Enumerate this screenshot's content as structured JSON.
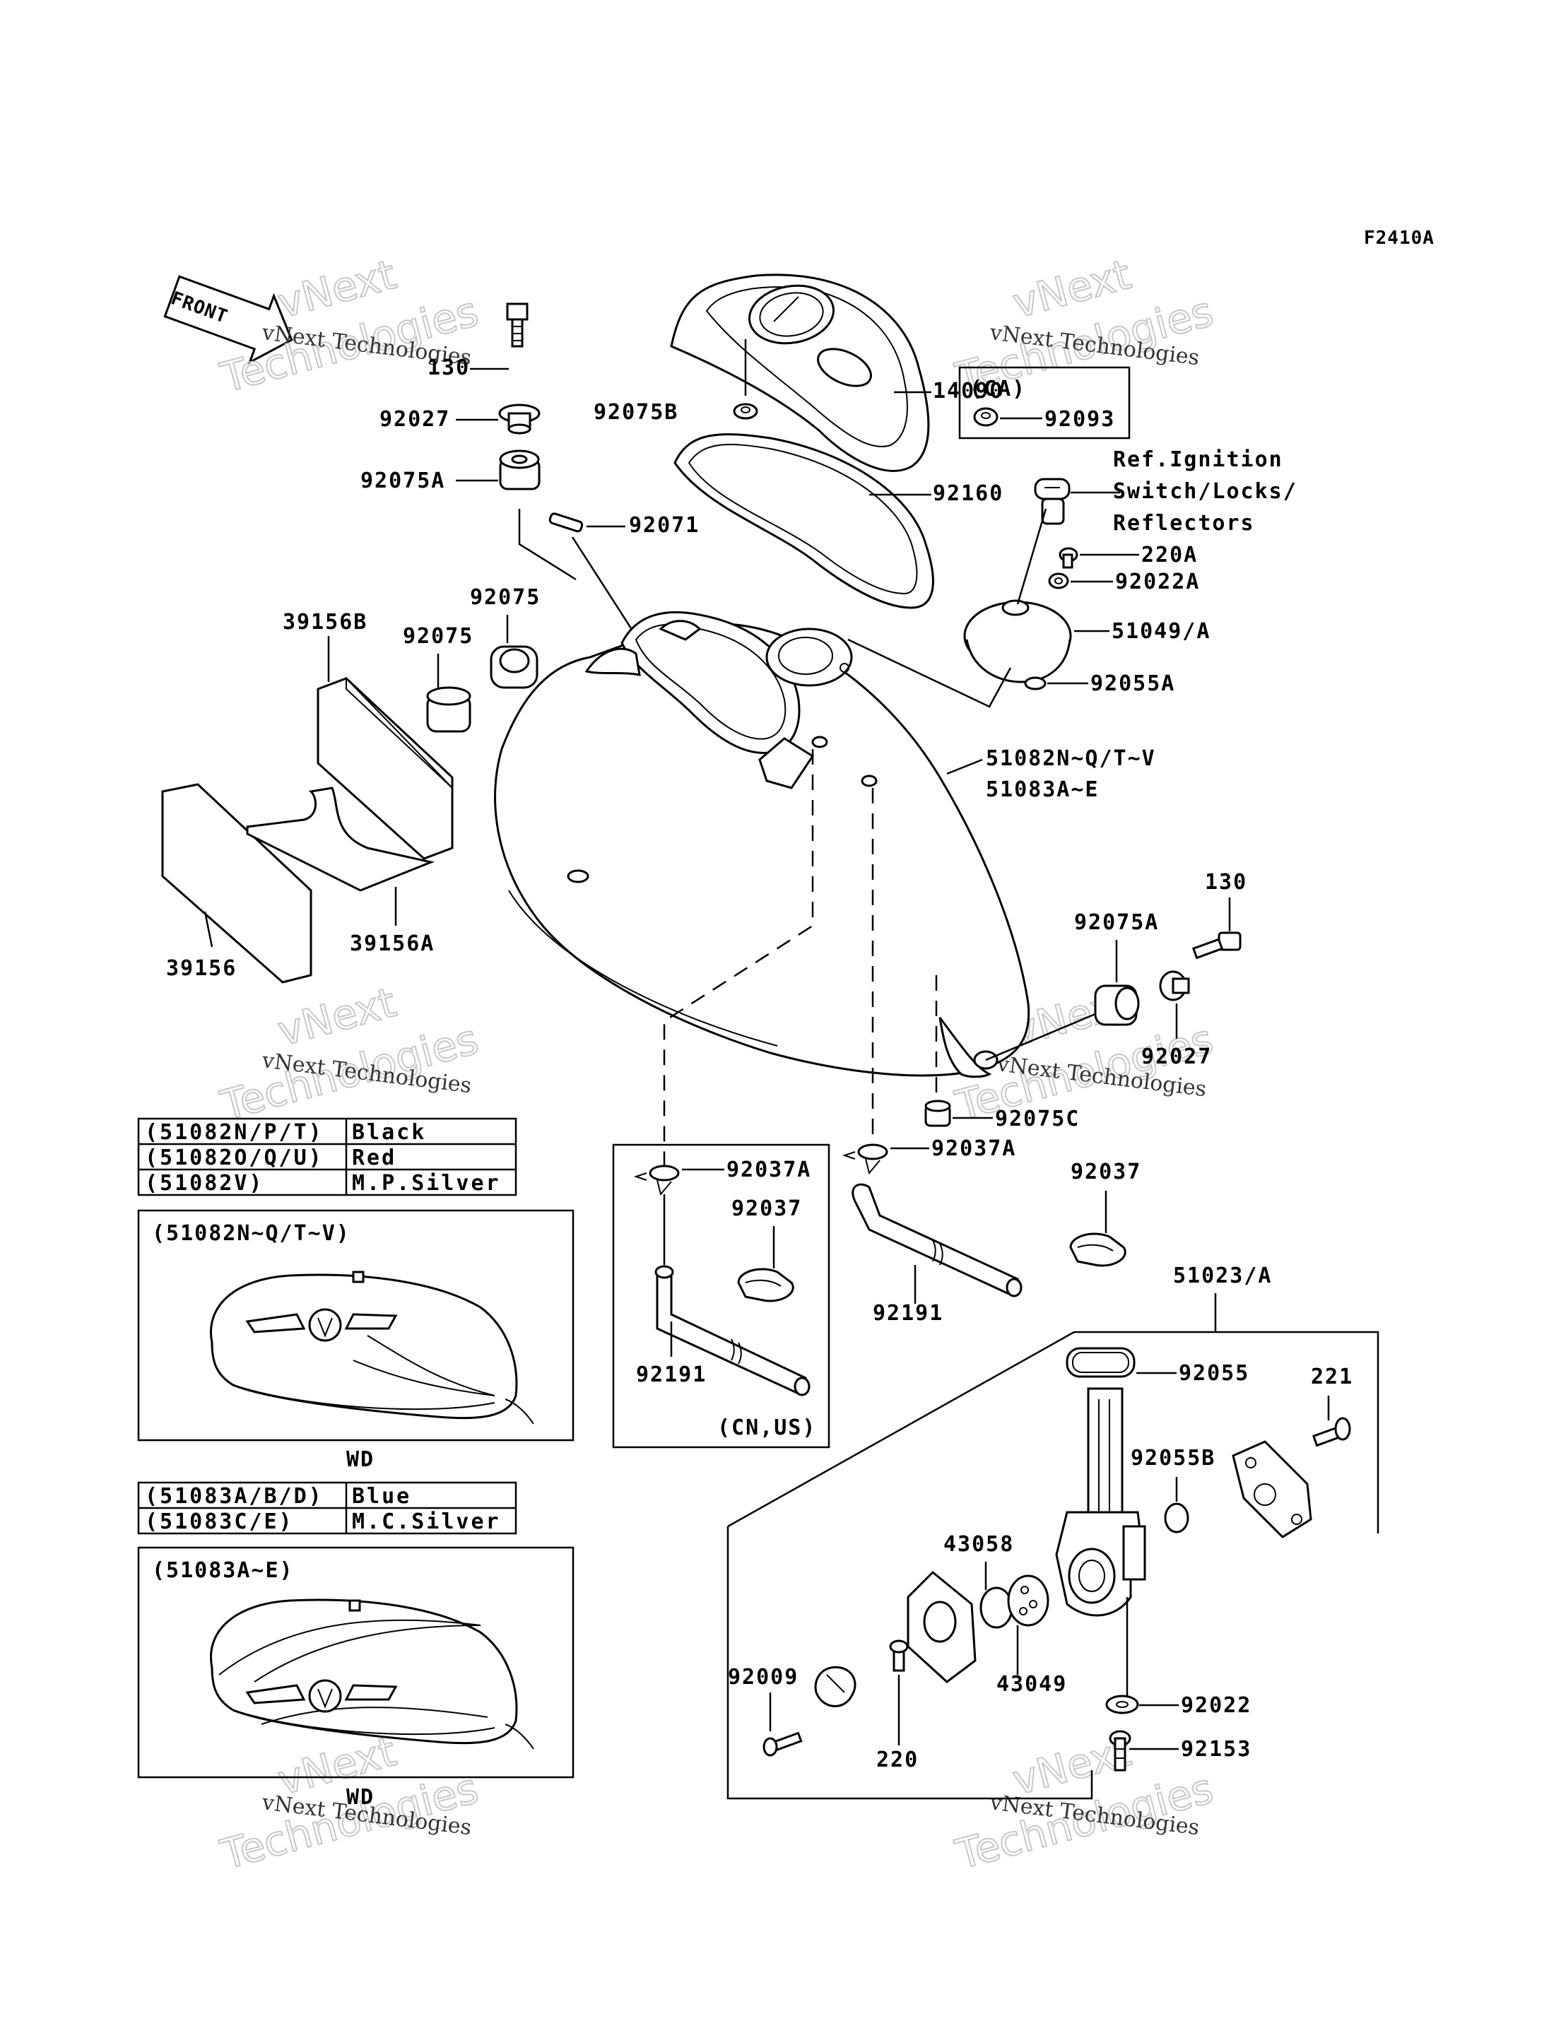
{
  "figure_code": "F2410A",
  "front_arrow": "FRONT",
  "watermark": {
    "line1": "vNext Technologies",
    "line2": "vNext",
    "line3": "Technologies"
  },
  "labels": {
    "p130a": "130",
    "p92027a": "92027",
    "p92075a_top": "92075A",
    "p92075b": "92075B",
    "p14090": "14090",
    "ca": "(CA)",
    "p92093": "92093",
    "ref1": "Ref.Ignition",
    "ref2": "Switch/Locks/",
    "ref3": "Reflectors",
    "p92160": "92160",
    "p92071": "92071",
    "p220a": "220A",
    "p92022a": "92022A",
    "p51049": "51049/A",
    "p92055a": "92055A",
    "p39156b": "39156B",
    "p92075_1": "92075",
    "p92075_2": "92075",
    "p51082": "51082N~Q/T~V",
    "p51083": "51083A~E",
    "p39156": "39156",
    "p39156a": "39156A",
    "p130b": "130",
    "p92075a_mid": "92075A",
    "p92027b": "92027",
    "p92075c": "92075C",
    "p92037a_1": "92037A",
    "p92037a_2": "92037A",
    "p92037_1": "92037",
    "p92037_2": "92037",
    "p92191_1": "92191",
    "p92191_2": "92191",
    "cnus": "(CN,US)",
    "p51023": "51023/A",
    "p92055": "92055",
    "p221": "221",
    "p92055b": "92055B",
    "p43058": "43058",
    "p43049": "43049",
    "p92009": "92009",
    "p220": "220",
    "p92022": "92022",
    "p92153": "92153",
    "wd1": "WD",
    "wd2": "WD"
  },
  "color_table_1": [
    {
      "code": "(51082N/P/T)",
      "color": "Black"
    },
    {
      "code": "(51082O/Q/U)",
      "color": "Red"
    },
    {
      "code": "(51082V)",
      "color": "M.P.Silver"
    }
  ],
  "color_table_2": [
    {
      "code": "(51083A/B/D)",
      "color": "Blue"
    },
    {
      "code": "(51083C/E)",
      "color": "M.C.Silver"
    }
  ],
  "inset1_title": "(51082N~Q/T~V)",
  "inset2_title": "(51083A~E)"
}
